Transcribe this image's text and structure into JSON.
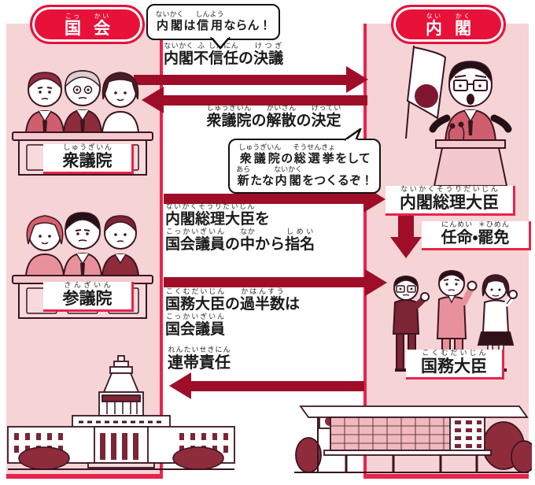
{
  "colors": {
    "accent_red": "#e8234a",
    "badge_red": "#e8113a",
    "arrow_dark_red": "#9e0e28",
    "panel_pink": "#f6d3d5",
    "maroon": "#8e2c3c",
    "outline_dark": "#3a1520"
  },
  "left": {
    "badge": [
      {
        "t": "国",
        "r": "こっ"
      },
      {
        "t": "会",
        "r": "かい"
      }
    ],
    "shugiin": [
      {
        "t": "衆議院",
        "r": "しゅうぎいん"
      }
    ],
    "sangiin": [
      {
        "t": "参議院",
        "r": "さんぎいん"
      }
    ]
  },
  "right": {
    "badge": [
      {
        "t": "内",
        "r": "ない"
      },
      {
        "t": "閣",
        "r": "かく"
      }
    ],
    "pm": [
      {
        "t": "内閣総理大臣",
        "r": "ないかくそうりだいじん"
      }
    ],
    "appoint": [
      {
        "t": "任命",
        "r": "にんめい"
      },
      {
        "t": "・",
        "r": ""
      },
      {
        "t": "罷免",
        "r": "＊ひめん"
      }
    ],
    "kokumu": [
      {
        "t": "国務大臣",
        "r": "こくむだいじん"
      }
    ]
  },
  "flows": {
    "bubble1": [
      {
        "t": "内閣",
        "r": "ないかく"
      },
      {
        "t": "は",
        "r": ""
      },
      {
        "t": "信用",
        "r": "しんよう"
      },
      {
        "t": "ならん！",
        "r": ""
      }
    ],
    "arrow1": [
      {
        "t": "内閣",
        "r": "ないかく"
      },
      {
        "t": "不",
        "r": "ふ"
      },
      {
        "t": "信任",
        "r": "しんにん"
      },
      {
        "t": "の",
        "r": ""
      },
      {
        "t": "決議",
        "r": "けつぎ"
      }
    ],
    "arrow2": [
      {
        "t": "衆議院",
        "r": "しゅうぎいん"
      },
      {
        "t": "の",
        "r": ""
      },
      {
        "t": "解散",
        "r": "かいさん"
      },
      {
        "t": "の",
        "r": ""
      },
      {
        "t": "決定",
        "r": "けってい"
      }
    ],
    "bubble2_line1": [
      {
        "t": "衆議院",
        "r": "しゅうぎいん"
      },
      {
        "t": "の",
        "r": ""
      },
      {
        "t": "総選挙",
        "r": "そうせんきょ"
      },
      {
        "t": "をして",
        "r": ""
      }
    ],
    "bubble2_line2": [
      {
        "t": "新",
        "r": "あら"
      },
      {
        "t": "たな",
        "r": ""
      },
      {
        "t": "内閣",
        "r": "ないかく"
      },
      {
        "t": "をつくるぞ！",
        "r": ""
      }
    ],
    "arrow3_line1": [
      {
        "t": "内閣総理大臣",
        "r": "ないかくそうりだいじん"
      },
      {
        "t": "を",
        "r": ""
      }
    ],
    "arrow3_line2": [
      {
        "t": "国会議員",
        "r": "こっかいぎいん"
      },
      {
        "t": "の",
        "r": ""
      },
      {
        "t": "中",
        "r": "なか"
      },
      {
        "t": "から",
        "r": ""
      },
      {
        "t": "指名",
        "r": "しめい"
      }
    ],
    "arrow4_line1": [
      {
        "t": "国務大臣",
        "r": "こくむだいじん"
      },
      {
        "t": "の",
        "r": ""
      },
      {
        "t": "過半数",
        "r": "かはんすう"
      },
      {
        "t": "は",
        "r": ""
      }
    ],
    "arrow4_line2": [
      {
        "t": "国会議員",
        "r": "こっかいぎいん"
      }
    ],
    "rentai": [
      {
        "t": "連帯責任",
        "r": "れんたいせきにん"
      }
    ]
  }
}
